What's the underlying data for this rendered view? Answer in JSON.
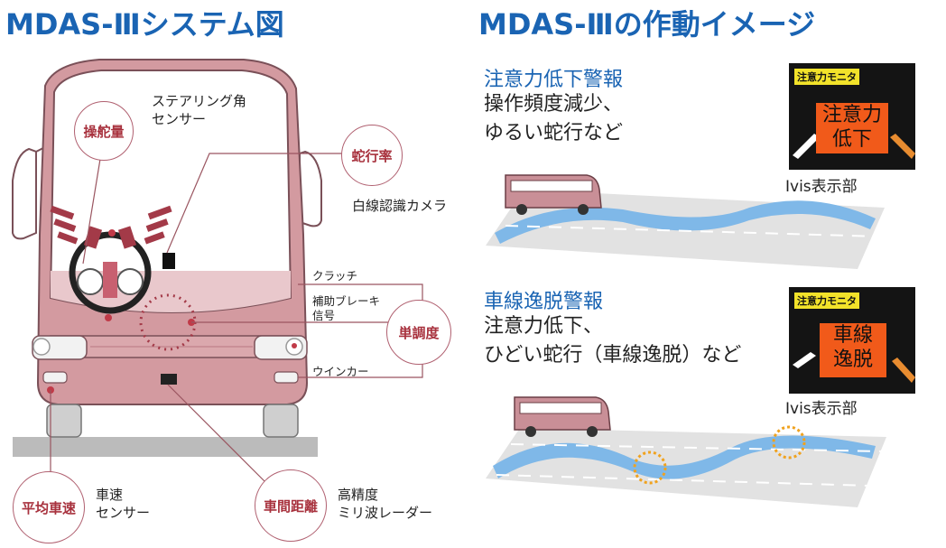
{
  "left": {
    "title": "MDAS-Ⅲシステム図",
    "badges": {
      "steering": "操舵量",
      "weave": "蛇行率",
      "monotony": "単調度",
      "avg_speed": "平均車速",
      "distance": "車間距離"
    },
    "labels": {
      "steering_sensor_1": "ステアリング角",
      "steering_sensor_2": "センサー",
      "camera": "白線認識カメラ",
      "clutch": "クラッチ",
      "aux_brake_1": "補助ブレーキ",
      "aux_brake_2": "信号",
      "winker": "ウインカー",
      "speed_sensor_1": "車速",
      "speed_sensor_2": "センサー",
      "radar_1": "高精度",
      "radar_2": "ミリ波レーダー"
    }
  },
  "right": {
    "title": "MDAS-Ⅲの作動イメージ",
    "warnings": [
      {
        "heading": "注意力低下警報",
        "line1": "操作頻度減少、",
        "line2": "ゆるい蛇行など",
        "monitor_tag": "注意力モニタ",
        "monitor_msg": "注意力\n低下",
        "display_label": "Ivis表示部"
      },
      {
        "heading": "車線逸脱警報",
        "line1": "注意力低下、",
        "line2": "ひどい蛇行（車線逸脱）など",
        "monitor_tag": "注意力モニタ",
        "monitor_msg": "車線\n逸脱",
        "display_label": "Ivis表示部"
      }
    ]
  },
  "colors": {
    "title_blue": "#1a64b3",
    "bus_body": "#d39aa0",
    "badge_text": "#a8323e",
    "lane_blue": "#7fb8e8",
    "warning_orange": "#f15a1a",
    "monitor_tag_yellow": "#f2e22a"
  }
}
